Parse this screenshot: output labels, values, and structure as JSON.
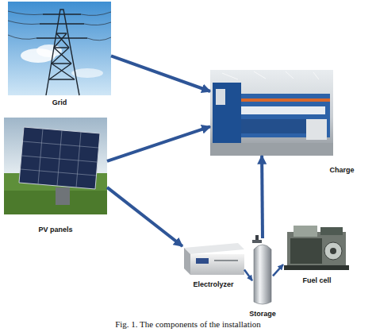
{
  "diagram": {
    "caption": "Fig. 1. The components of the installation",
    "nodes": [
      {
        "text": [
          "Grid"
        ]
      },
      {
        "text": [
          "PV panels"
        ]
      },
      {
        "text": [
          "Charge"
        ]
      },
      {
        "text": [
          "Electrolyzer"
        ]
      },
      {
        "text": [
          "Storage"
        ]
      },
      {
        "text": [
          "Fuel cell"
        ]
      }
    ],
    "edges": [
      {
        "from": 0,
        "to": 2,
        "arrow": "to"
      },
      {
        "from": 1,
        "to": 2,
        "arrow": "to"
      },
      {
        "from": 1,
        "to": 3,
        "arrow": "to"
      },
      {
        "from": 4,
        "to": 2,
        "arrow": "to"
      },
      {
        "from": 3,
        "to": 4,
        "arrow": "to"
      },
      {
        "from": 4,
        "to": 5,
        "arrow": "to"
      }
    ]
  }
}
